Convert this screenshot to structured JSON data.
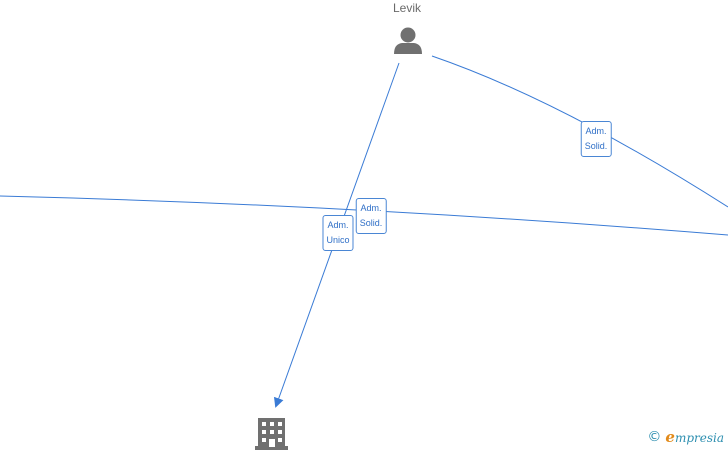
{
  "nodes": {
    "person": {
      "label": "Levik",
      "icon": "person-icon"
    },
    "company": {
      "icon": "building-icon"
    }
  },
  "edges": [
    {
      "id": "adm-solid-right",
      "lines": [
        "Adm.",
        "Solid."
      ]
    },
    {
      "id": "adm-solid-center",
      "lines": [
        "Adm.",
        "Solid."
      ]
    },
    {
      "id": "adm-unico",
      "lines": [
        "Adm.",
        "Unico"
      ]
    }
  ],
  "watermark": {
    "copyright": "©",
    "brand_initial": "e",
    "brand_rest": "mpresia",
    "icon": "copyright-icon"
  },
  "colors": {
    "edge": "#3a7bd5",
    "label_border": "#4a86d4",
    "label_text": "#2f6fc7",
    "node_icon": "#707070",
    "brand": "#2e8fb0",
    "brand_accent": "#e28a1a"
  }
}
